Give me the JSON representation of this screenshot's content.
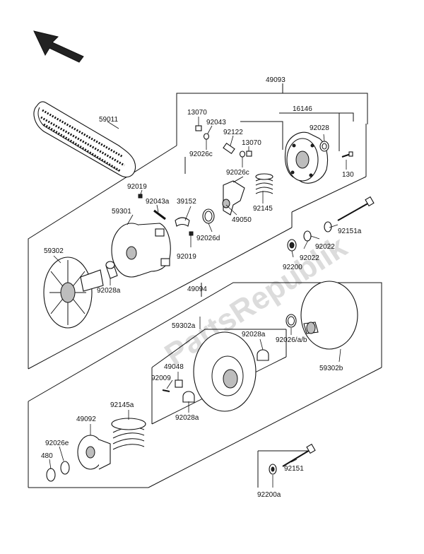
{
  "watermark": "PartsRepublik",
  "labels": {
    "l49093": "49093",
    "l59011": "59011",
    "l13070a": "13070",
    "l92043": "92043",
    "l92122": "92122",
    "l13070b": "13070",
    "l16146": "16146",
    "l92028": "92028",
    "l92026c_a": "92026c",
    "l92026c_b": "92026c",
    "l130": "130",
    "l92019a": "92019",
    "l92043a": "92043a",
    "l39152": "39152",
    "l59301": "59301",
    "l92145": "92145",
    "l92151a": "92151a",
    "l92026d": "92026d",
    "l49050": "49050",
    "l92022a": "92022",
    "l92022b": "92022",
    "l92200": "92200",
    "l59302": "59302",
    "l92019b": "92019",
    "l92028a_a": "92028a",
    "l49094": "49094",
    "l59302a": "59302a",
    "l92028a_b": "92028a",
    "l49048": "49048",
    "l92009": "92009",
    "l92026ab": "92026/a/b",
    "l59302b": "59302b",
    "l92028a_c": "92028a",
    "l92145a": "92145a",
    "l49092": "49092",
    "l92026e": "92026e",
    "l480": "480",
    "l92151": "92151",
    "l92200a": "92200a"
  }
}
